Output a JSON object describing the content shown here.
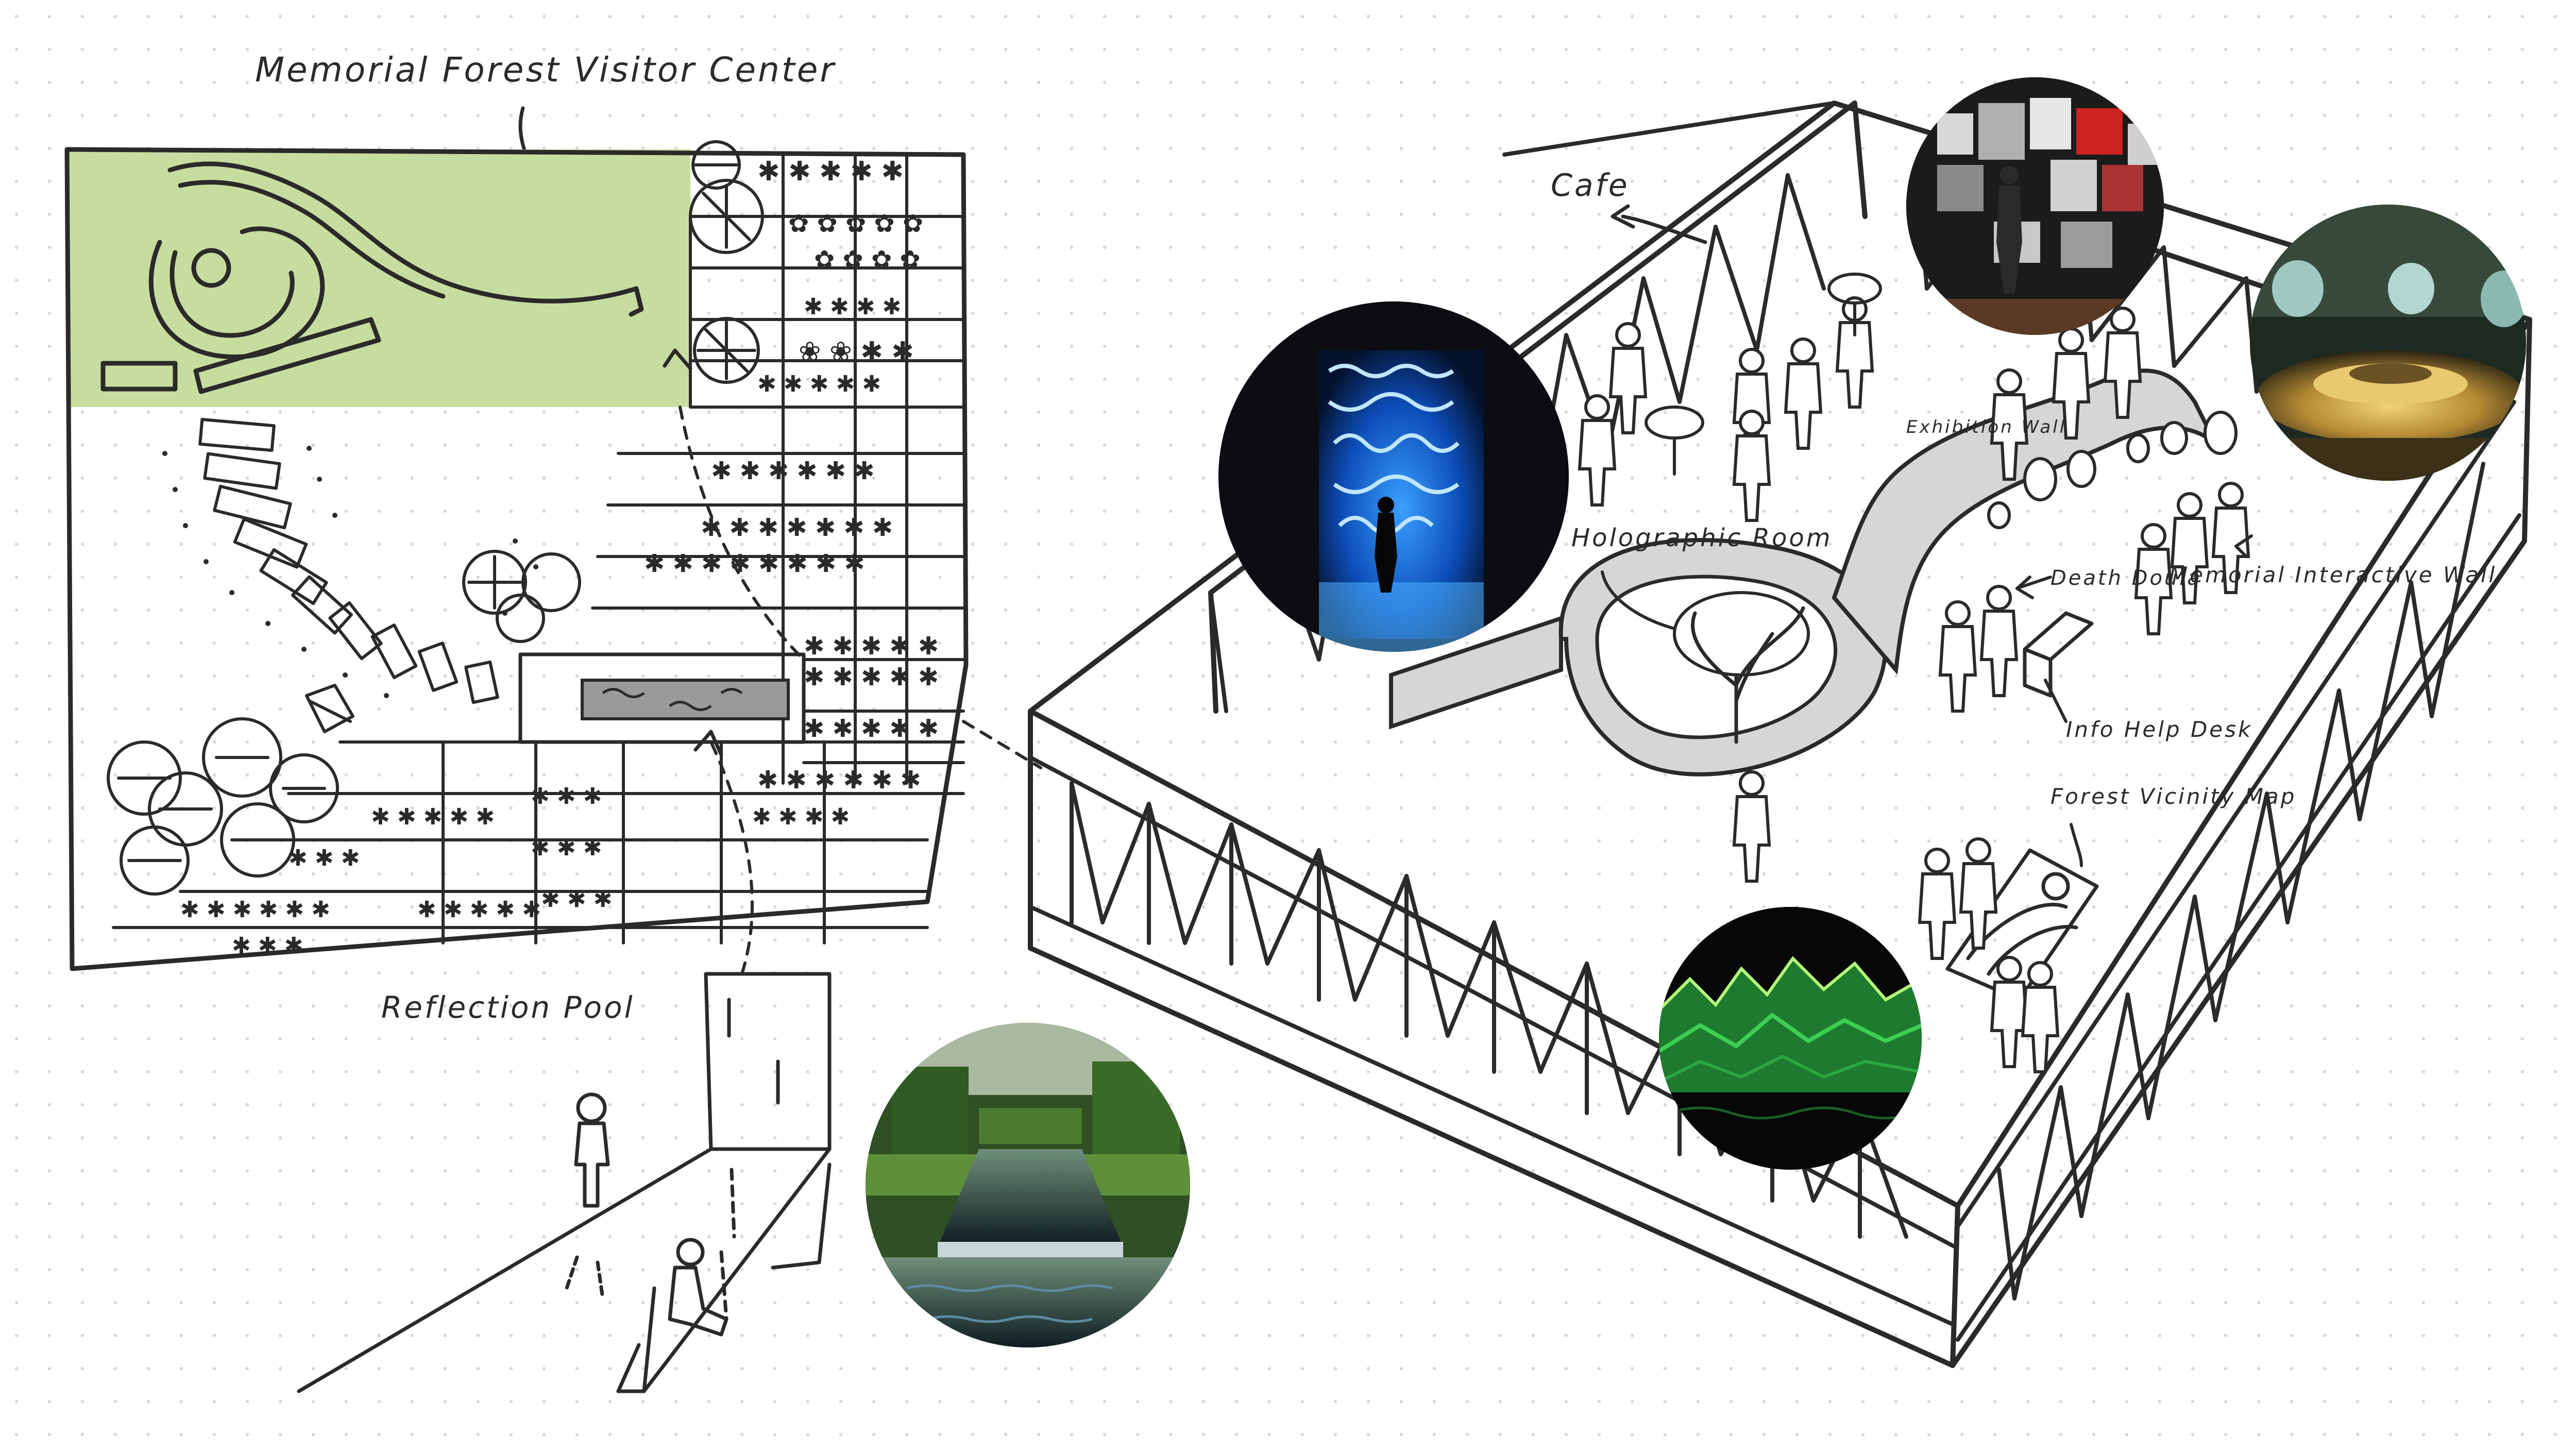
{
  "title": "Memorial Forest Visitor Center",
  "labels": {
    "reflection_pool": "Reflection Pool",
    "cafe": "Cafe",
    "exhibition_wall": "Exhibition Wall",
    "holographic_room": "Holographic Room",
    "death_doula": "Death Doula",
    "memorial_interactive_wall": "Memorial Interactive Wall",
    "info_help_desk": "Info Help Desk",
    "forest_vicinity_map": "Forest Vicinity Map"
  },
  "colors": {
    "ink": "#2a2a2a",
    "highlight_green": "#c7dd9f",
    "wall_gray": "#d6d6d6",
    "photo_blue": "#1d6fe0",
    "photo_green": "#3ccf54",
    "photo_garden": "#3f6b2e",
    "photo_amber": "#c9a24a"
  },
  "photos": [
    {
      "id": "holographic-room-photo",
      "theme": "blue-mural-room"
    },
    {
      "id": "exhibition-wall-photo",
      "theme": "photo-wall-display"
    },
    {
      "id": "memorial-interactive-wall-photo",
      "theme": "amber-interactive-tables"
    },
    {
      "id": "forest-map-photo",
      "theme": "green-topographic-projection"
    },
    {
      "id": "reflection-pool-photo",
      "theme": "garden-reflecting-pool"
    }
  ]
}
